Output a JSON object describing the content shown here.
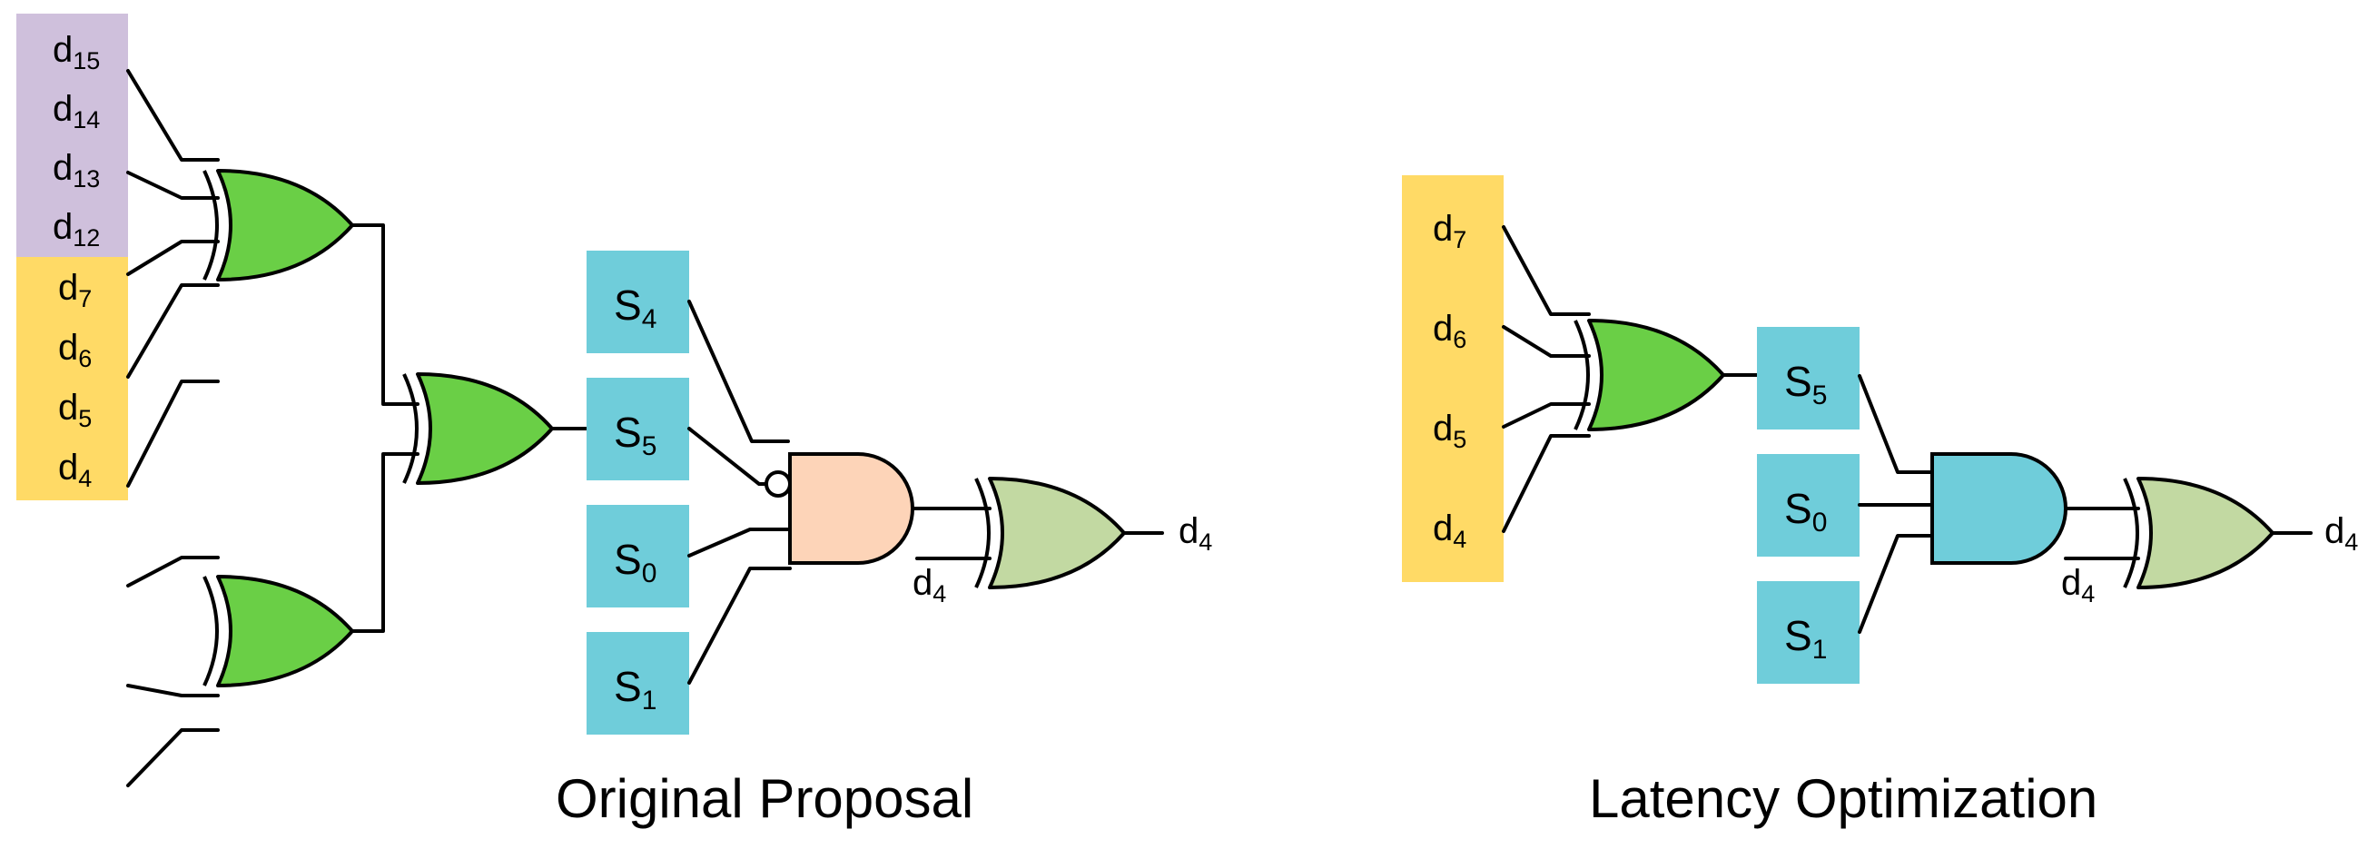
{
  "colors": {
    "purple": "#cfc0dc",
    "yellow": "#ffda66",
    "cyan": "#6fcdda",
    "green_gate": "#6acf46",
    "light_green_gate": "#c2d9a2",
    "peach_gate": "#fdd4b8",
    "cyan_gate": "#6fcdda"
  },
  "left": {
    "caption": "Original Proposal",
    "inputs_top": [
      {
        "base": "d",
        "sub": "15"
      },
      {
        "base": "d",
        "sub": "14"
      },
      {
        "base": "d",
        "sub": "13"
      },
      {
        "base": "d",
        "sub": "12"
      }
    ],
    "inputs_bottom": [
      {
        "base": "d",
        "sub": "7"
      },
      {
        "base": "d",
        "sub": "6"
      },
      {
        "base": "d",
        "sub": "5"
      },
      {
        "base": "d",
        "sub": "4"
      }
    ],
    "syndromes": [
      {
        "base": "S",
        "sub": "4"
      },
      {
        "base": "S",
        "sub": "5"
      },
      {
        "base": "S",
        "sub": "0"
      },
      {
        "base": "S",
        "sub": "1"
      }
    ],
    "xor_extra_input": {
      "base": "d",
      "sub": "4"
    },
    "output": {
      "base": "d",
      "sub": "4"
    }
  },
  "right": {
    "caption": "Latency Optimization",
    "inputs": [
      {
        "base": "d",
        "sub": "7"
      },
      {
        "base": "d",
        "sub": "6"
      },
      {
        "base": "d",
        "sub": "5"
      },
      {
        "base": "d",
        "sub": "4"
      }
    ],
    "syndromes": [
      {
        "base": "S",
        "sub": "5"
      },
      {
        "base": "S",
        "sub": "0"
      },
      {
        "base": "S",
        "sub": "1"
      }
    ],
    "xor_extra_input": {
      "base": "d",
      "sub": "4"
    },
    "output": {
      "base": "d",
      "sub": "4"
    }
  }
}
